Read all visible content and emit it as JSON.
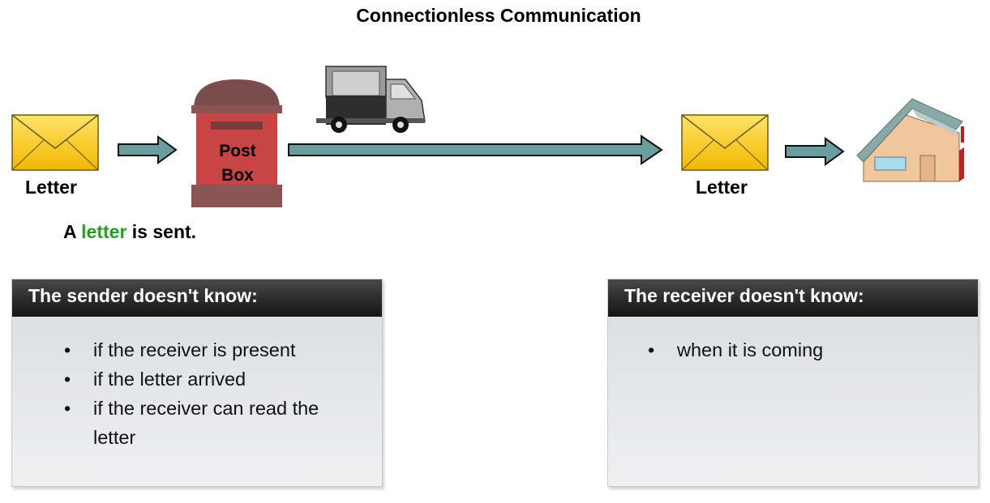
{
  "title": "Connectionless Communication",
  "letter_left_label": "Letter",
  "letter_right_label": "Letter",
  "postbox_text": [
    "Post",
    "Box"
  ],
  "caption": {
    "prefix": "A",
    "highlight": "letter",
    "suffix": "is sent."
  },
  "sender_panel": {
    "heading": "The sender doesn't know:",
    "items": [
      "if the receiver is present",
      "if the letter arrived",
      "if the receiver can read the",
      "letter"
    ]
  },
  "receiver_panel": {
    "heading": "The receiver doesn't know:",
    "items": [
      "when it is coming"
    ]
  },
  "colors": {
    "envelope": "#f5c400",
    "arrow_fill": "#6a9e9e",
    "postbox_red": "#c94545",
    "postbox_dark": "#7a4c4c",
    "highlight_green": "#22a022"
  }
}
